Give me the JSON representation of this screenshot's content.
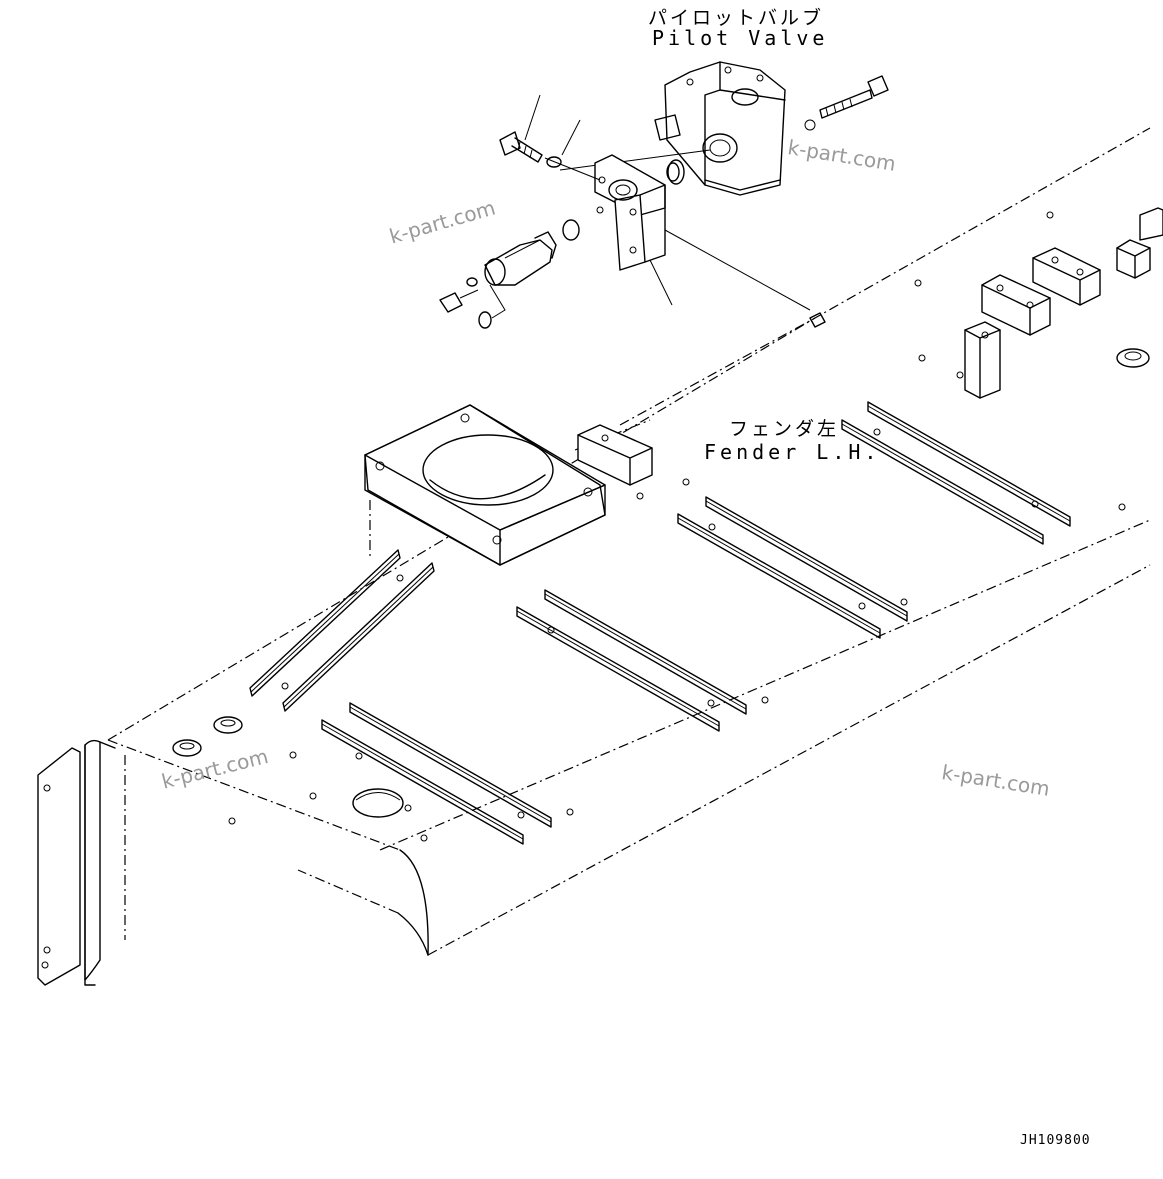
{
  "labels": {
    "pilot_valve_jp": "パイロットバルブ",
    "pilot_valve_en": "Pilot Valve",
    "fender_jp": "フェンダ左",
    "fender_en": "Fender L.H.",
    "drawing_code": "JH109800"
  },
  "watermarks": [
    "k-part.com",
    "k-part.com",
    "k-part.com",
    "k-part.com"
  ],
  "colors": {
    "line": "#000000",
    "background": "#ffffff",
    "watermark": "#9a9a9a"
  }
}
